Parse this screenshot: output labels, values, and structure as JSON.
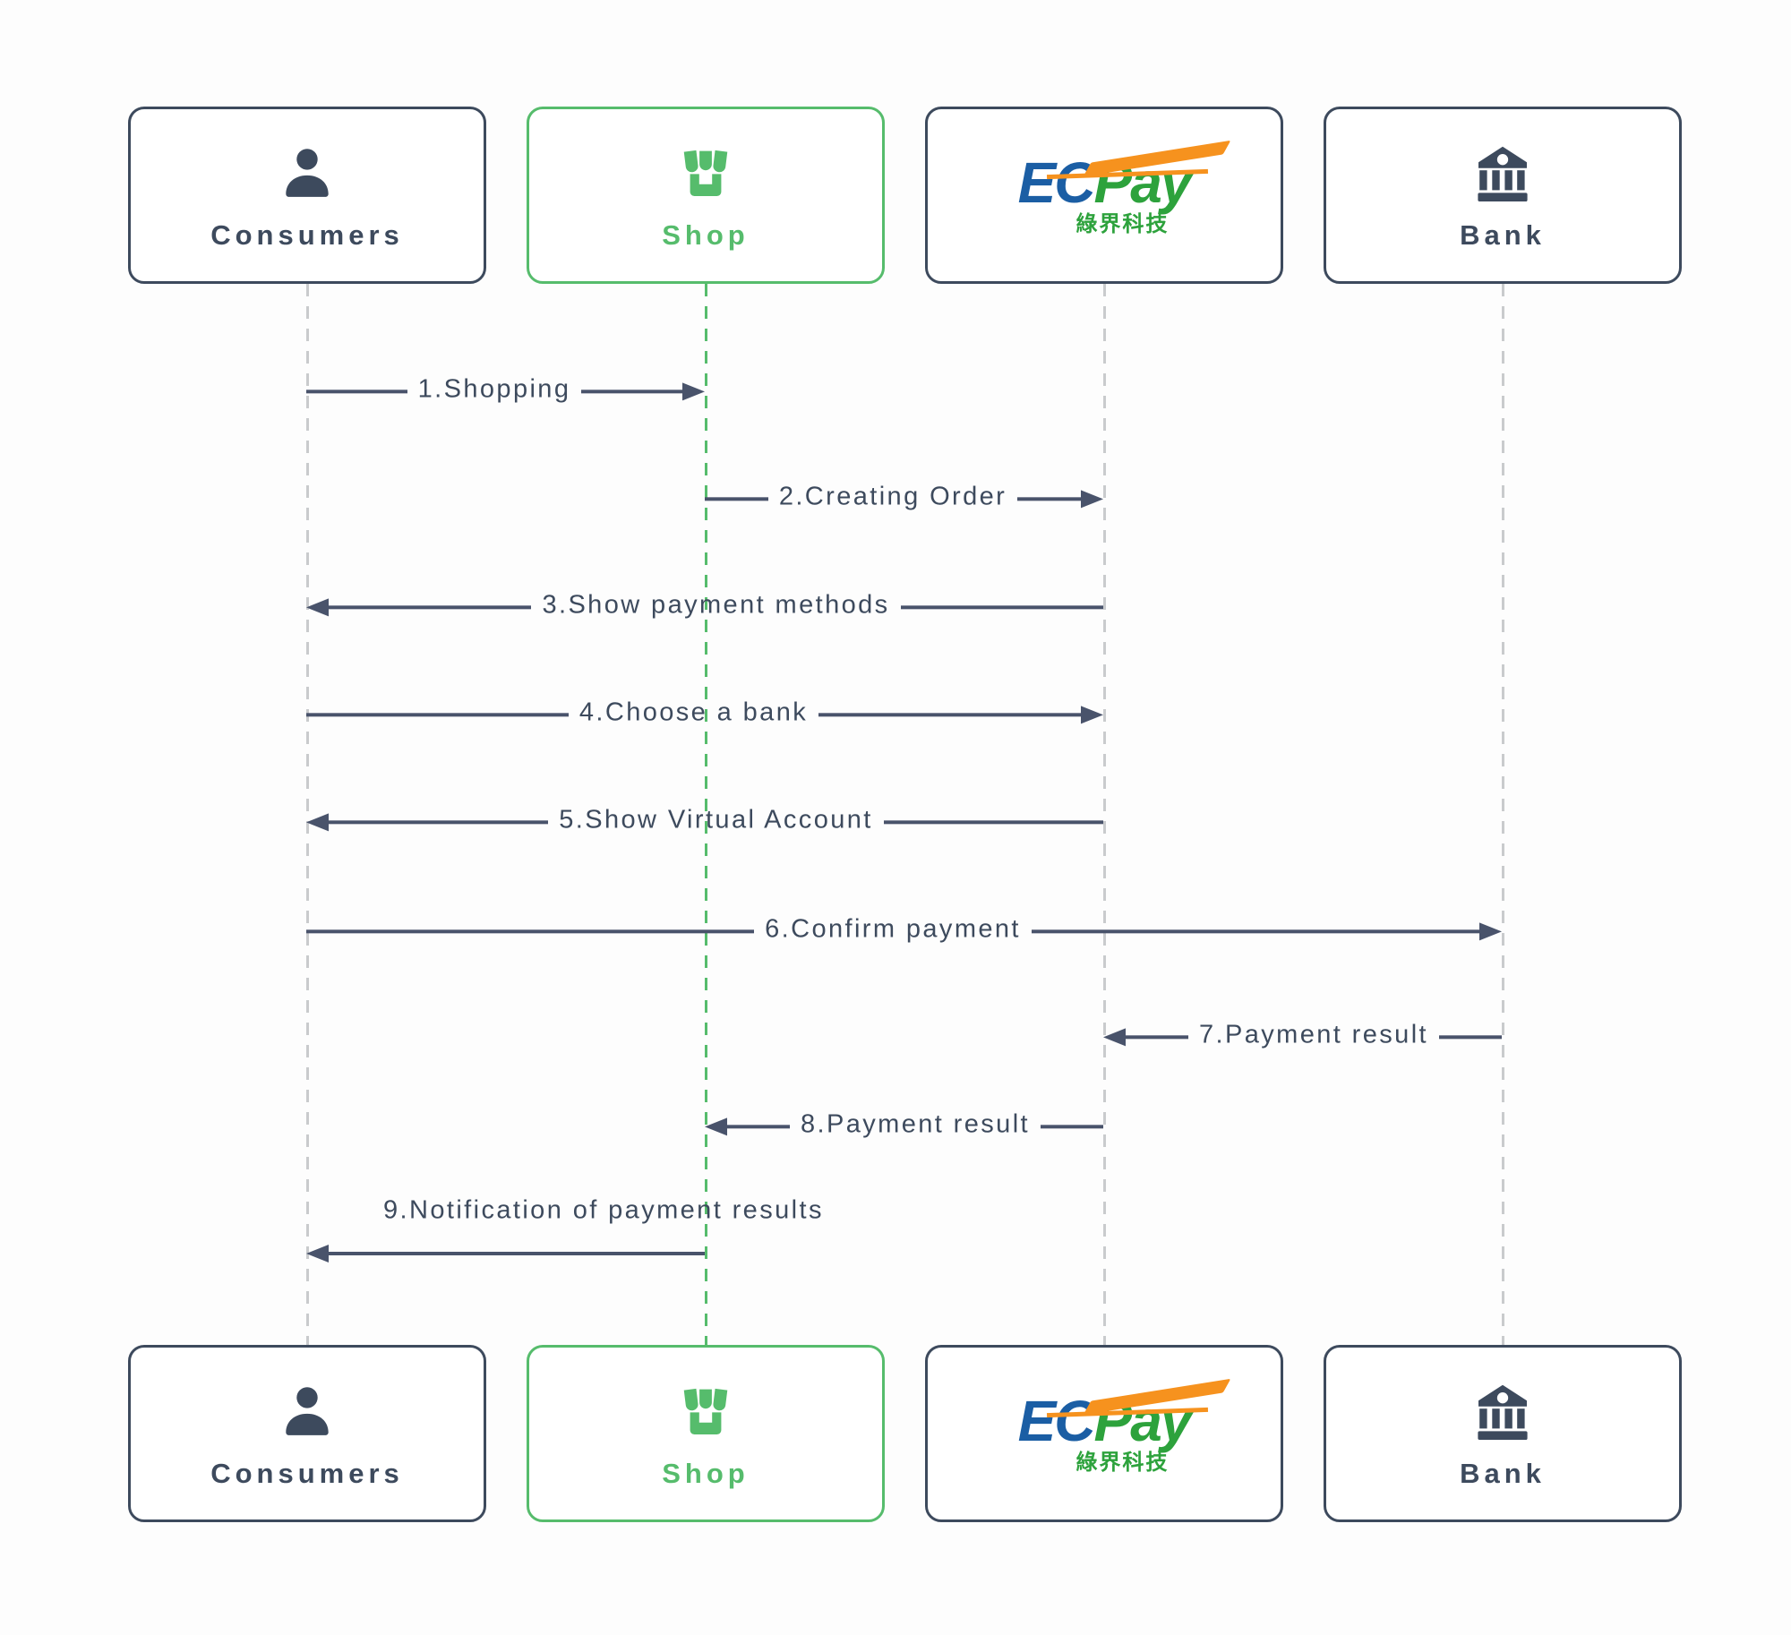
{
  "colors": {
    "dark": "#3d4a5d",
    "arrow": "#49536b",
    "green": "#56bc6c",
    "gray": "#c9cbcd",
    "ecblue": "#1b5ea4",
    "ecgreen": "#2da23c",
    "ecorange": "#f6921e",
    "bg": "#fdfdfd"
  },
  "actors": [
    {
      "id": "consumers",
      "label": "Consumers",
      "icon": "person-icon",
      "accent": "dark"
    },
    {
      "id": "shop",
      "label": "Shop",
      "icon": "store-icon",
      "accent": "green"
    },
    {
      "id": "ecpay",
      "icon": "ecpay-logo",
      "accent": "dark",
      "logo_ec": "EC",
      "logo_pay": "Pay",
      "logo_sub": "綠界科技"
    },
    {
      "id": "bank",
      "label": "Bank",
      "icon": "bank-icon",
      "accent": "dark"
    }
  ],
  "messages": [
    {
      "num": 1,
      "label": "1.Shopping",
      "from": "consumers",
      "to": "shop",
      "direction": "right",
      "label_position": "inline"
    },
    {
      "num": 2,
      "label": "2.Creating Order",
      "from": "shop",
      "to": "ecpay",
      "direction": "right",
      "label_position": "inline"
    },
    {
      "num": 3,
      "label": "3.Show payment methods",
      "from": "ecpay",
      "to": "consumers",
      "direction": "left",
      "label_position": "inline"
    },
    {
      "num": 4,
      "label": "4.Choose a bank",
      "from": "consumers",
      "to": "ecpay",
      "direction": "right",
      "label_position": "inline"
    },
    {
      "num": 5,
      "label": "5.Show Virtual Account",
      "from": "ecpay",
      "to": "consumers",
      "direction": "left",
      "label_position": "inline"
    },
    {
      "num": 6,
      "label": "6.Confirm payment",
      "from": "consumers",
      "to": "bank",
      "direction": "right",
      "label_position": "inline"
    },
    {
      "num": 7,
      "label": "7.Payment result",
      "from": "bank",
      "to": "ecpay",
      "direction": "left",
      "label_position": "inline"
    },
    {
      "num": 8,
      "label": "8.Payment result",
      "from": "ecpay",
      "to": "shop",
      "direction": "left",
      "label_position": "inline"
    },
    {
      "num": 9,
      "label": "9.Notification of payment results",
      "from": "shop",
      "to": "consumers",
      "direction": "left",
      "label_position": "above"
    }
  ]
}
